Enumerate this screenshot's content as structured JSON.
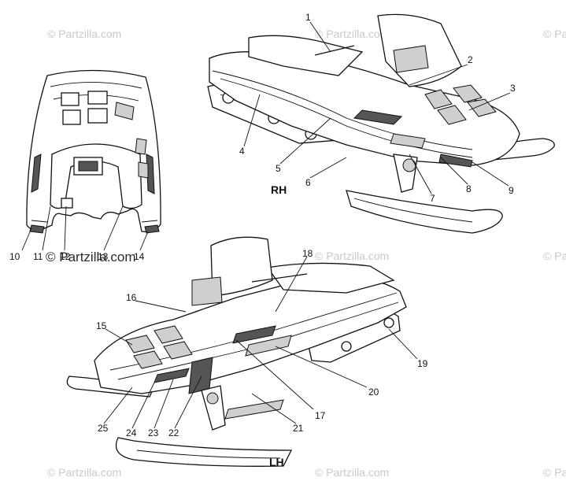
{
  "diagram": {
    "views": {
      "rh": {
        "label": "RH"
      },
      "lh": {
        "label": "LH"
      }
    },
    "watermark_text": "© Partzilla.com",
    "callouts": [
      {
        "number": "1"
      },
      {
        "number": "2"
      },
      {
        "number": "3"
      },
      {
        "number": "4"
      },
      {
        "number": "5"
      },
      {
        "number": "6"
      },
      {
        "number": "7"
      },
      {
        "number": "8"
      },
      {
        "number": "9"
      },
      {
        "number": "10"
      },
      {
        "number": "11"
      },
      {
        "number": "12"
      },
      {
        "number": "13"
      },
      {
        "number": "14"
      },
      {
        "number": "15"
      },
      {
        "number": "16"
      },
      {
        "number": "17"
      },
      {
        "number": "18"
      },
      {
        "number": "19"
      },
      {
        "number": "20"
      },
      {
        "number": "21"
      },
      {
        "number": "22"
      },
      {
        "number": "23"
      },
      {
        "number": "24"
      },
      {
        "number": "25"
      }
    ]
  }
}
